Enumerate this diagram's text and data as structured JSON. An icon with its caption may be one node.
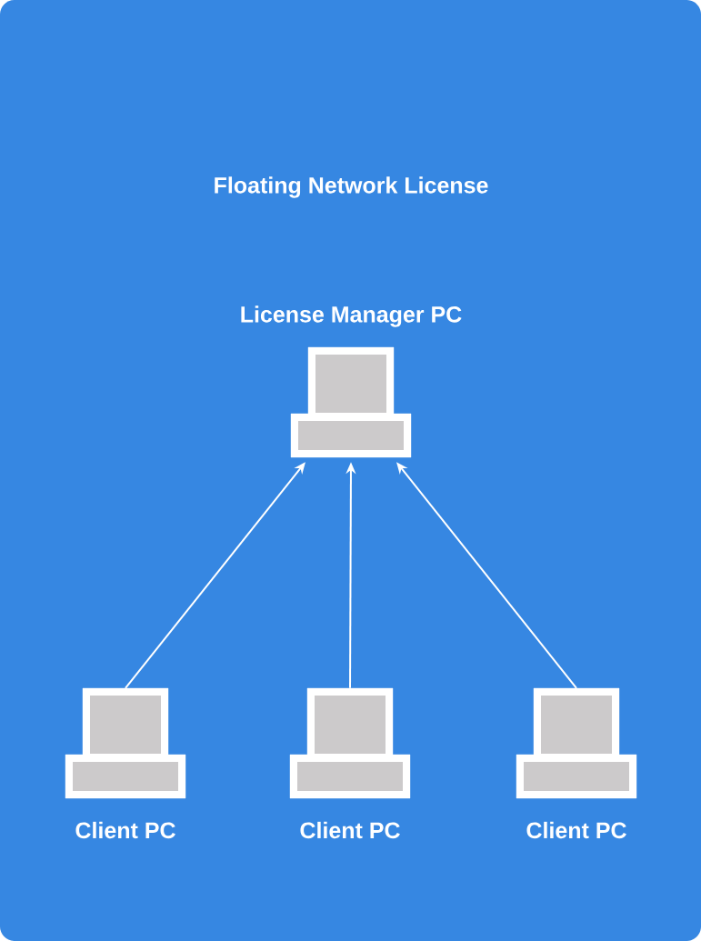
{
  "diagram": {
    "title": "Floating Network License",
    "nodes": [
      {
        "text": [
          "License Manager PC"
        ]
      },
      {
        "text": [
          "Client PC"
        ]
      },
      {
        "text": [
          "Client PC"
        ]
      },
      {
        "text": [
          "Client PC"
        ]
      }
    ],
    "edges": [
      {
        "from": 1,
        "to": 0,
        "arrow": "to"
      },
      {
        "from": 2,
        "to": 0,
        "arrow": "to"
      },
      {
        "from": 3,
        "to": 0,
        "arrow": "to"
      }
    ]
  }
}
